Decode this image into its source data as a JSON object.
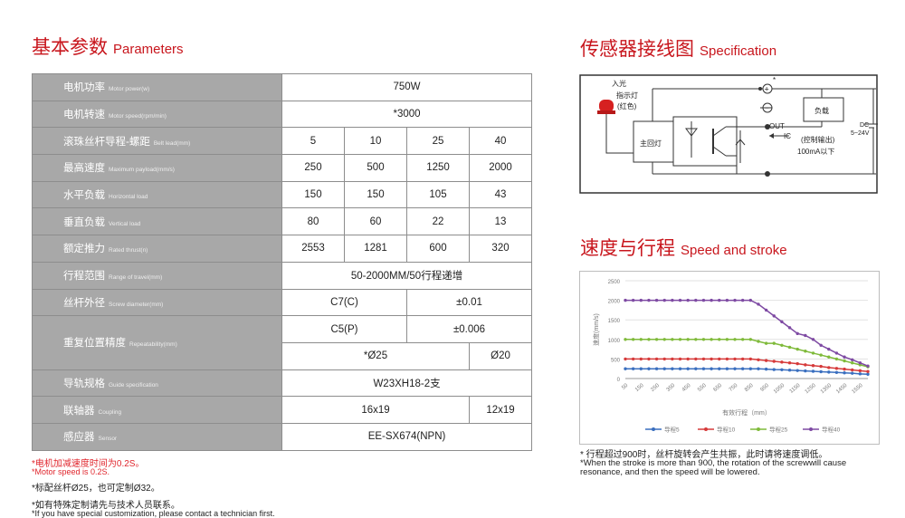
{
  "params_section": {
    "title_cn": "基本参数",
    "title_en": "Parameters"
  },
  "table": {
    "rows": [
      {
        "name": "power",
        "label_cn": "电机功率",
        "label_en": "Motor power(w)",
        "cells": [
          {
            "text": "750W",
            "span": 4
          }
        ]
      },
      {
        "name": "speed",
        "label_cn": "电机转速",
        "label_en": "Motor speed(rpm/min)",
        "cells": [
          {
            "text": "*3000",
            "span": 4
          }
        ]
      },
      {
        "name": "lead",
        "label_cn": "滚珠丝杆导程-螺距",
        "label_en": "Belt lead(mm)",
        "cells": [
          {
            "text": "5",
            "span": 1
          },
          {
            "text": "10",
            "span": 1
          },
          {
            "text": "25",
            "span": 1
          },
          {
            "text": "40",
            "span": 1
          }
        ]
      },
      {
        "name": "max-speed",
        "label_cn": "最高速度",
        "label_en": "Maximum payload(mm/s)",
        "cells": [
          {
            "text": "250",
            "span": 1
          },
          {
            "text": "500",
            "span": 1
          },
          {
            "text": "1250",
            "span": 1
          },
          {
            "text": "2000",
            "span": 1
          }
        ]
      },
      {
        "name": "horizontal-load",
        "label_cn": "水平负载",
        "label_en": "Horizontal load",
        "cells": [
          {
            "text": "150",
            "span": 1
          },
          {
            "text": "150",
            "span": 1
          },
          {
            "text": "105",
            "span": 1
          },
          {
            "text": "43",
            "span": 1
          }
        ]
      },
      {
        "name": "vertical-load",
        "label_cn": "垂直负载",
        "label_en": "Vertical load",
        "cells": [
          {
            "text": "80",
            "span": 1
          },
          {
            "text": "60",
            "span": 1
          },
          {
            "text": "22",
            "span": 1
          },
          {
            "text": "13",
            "span": 1
          }
        ]
      },
      {
        "name": "rated-thrust",
        "label_cn": "额定推力",
        "label_en": "Rated thrust(n)",
        "cells": [
          {
            "text": "2553",
            "span": 1
          },
          {
            "text": "1281",
            "span": 1
          },
          {
            "text": "600",
            "span": 1
          },
          {
            "text": "320",
            "span": 1
          }
        ]
      },
      {
        "name": "travel",
        "label_cn": "行程范围",
        "label_en": "Range of travel(mm)",
        "cells": [
          {
            "text": "50-2000MM/50行程递增",
            "span": 4
          }
        ]
      },
      {
        "name": "screw-diameter",
        "label_cn": "丝杆外径",
        "label_en": "Screw diameter(mm)",
        "cells": [
          {
            "text": "C7(C)",
            "span": 2
          },
          {
            "text": "±0.01",
            "span": 2
          }
        ]
      },
      {
        "name": "repeatability-a",
        "label_cn": "重复位置精度",
        "label_en": "Repeatability(mm)",
        "rowspan": 2,
        "cells": [
          {
            "text": "C5(P)",
            "span": 2
          },
          {
            "text": "±0.006",
            "span": 2
          }
        ]
      },
      {
        "name": "repeatability-b",
        "cells": [
          {
            "text": "*Ø25",
            "span": 3
          },
          {
            "text": "Ø20",
            "span": 1
          }
        ]
      },
      {
        "name": "guide",
        "label_cn": "导轨规格",
        "label_en": "Guide specification",
        "cells": [
          {
            "text": "W23XH18-2支",
            "span": 4
          }
        ]
      },
      {
        "name": "coupling",
        "label_cn": "联轴器",
        "label_en": "Coupling",
        "cells": [
          {
            "text": "16x19",
            "span": 3
          },
          {
            "text": "12x19",
            "span": 1
          }
        ]
      },
      {
        "name": "sensor",
        "label_cn": "感应器",
        "label_en": "Sensor",
        "cells": [
          {
            "text": "EE-SX674(NPN)",
            "span": 4
          }
        ]
      }
    ]
  },
  "notes": {
    "accel_cn": "*电机加减速度时间为0.2S。",
    "accel_en": "*Motor speed is 0.2S.",
    "screw": "*标配丝杆Ø25，也可定制Ø32。",
    "custom_cn": "*如有特殊定制请先与技术人员联系。",
    "custom_en": "*If you have special customization, please contact a technician first."
  },
  "spec_section": {
    "title_cn": "传感器接线图",
    "title_en": "Specification"
  },
  "wiring": {
    "light_label_1": "入光",
    "light_label_2": "指示灯",
    "light_label_3": "(红色)",
    "main_circuit": "主回灯",
    "out": "OUT",
    "ic": "IC",
    "load": "负载",
    "control_1": "(控制输出)",
    "control_2": "100mA以下",
    "dc_1": "DC",
    "dc_2": "5~24V",
    "plus": "+",
    "minus": "−",
    "star": "*"
  },
  "speed_section": {
    "title_cn": "速度与行程",
    "title_en": "Speed and stroke"
  },
  "chart_data": {
    "type": "line",
    "xlabel": "有效行程（mm）",
    "ylabel": "速度(mm/s)",
    "ylim": [
      0,
      2500
    ],
    "yticks": [
      0,
      500,
      1000,
      1500,
      2000,
      2500
    ],
    "categories": [
      "50",
      "150",
      "250",
      "350",
      "450",
      "550",
      "650",
      "750",
      "850",
      "950",
      "1050",
      "1150",
      "1250",
      "1350",
      "1450",
      "1550"
    ],
    "x_positions": [
      50,
      100,
      150,
      200,
      250,
      300,
      350,
      400,
      450,
      500,
      550,
      600,
      650,
      700,
      750,
      800,
      850,
      900,
      950,
      1000,
      1050,
      1100,
      1150,
      1200,
      1250,
      1300,
      1350,
      1400,
      1450,
      1500,
      1550,
      1600
    ],
    "series": [
      {
        "name": "导程5",
        "color": "#3a6fbf",
        "values": [
          250,
          250,
          250,
          250,
          250,
          250,
          250,
          250,
          250,
          250,
          250,
          250,
          250,
          250,
          250,
          250,
          250,
          250,
          240,
          230,
          225,
          215,
          205,
          195,
          185,
          175,
          165,
          155,
          145,
          135,
          120,
          110
        ]
      },
      {
        "name": "导程10",
        "color": "#d63a3a",
        "values": [
          500,
          500,
          500,
          500,
          500,
          500,
          500,
          500,
          500,
          500,
          500,
          500,
          500,
          500,
          500,
          500,
          500,
          480,
          460,
          440,
          420,
          400,
          380,
          350,
          330,
          310,
          280,
          260,
          240,
          220,
          200,
          180
        ]
      },
      {
        "name": "导程25",
        "color": "#7fba3a",
        "values": [
          1000,
          1000,
          1000,
          1000,
          1000,
          1000,
          1000,
          1000,
          1000,
          1000,
          1000,
          1000,
          1000,
          1000,
          1000,
          1000,
          1000,
          950,
          900,
          900,
          850,
          800,
          750,
          700,
          650,
          600,
          550,
          500,
          450,
          400,
          350,
          300
        ]
      },
      {
        "name": "导程40",
        "color": "#7e4aa3",
        "values": [
          2000,
          2000,
          2000,
          2000,
          2000,
          2000,
          2000,
          2000,
          2000,
          2000,
          2000,
          2000,
          2000,
          2000,
          2000,
          2000,
          2000,
          1900,
          1750,
          1600,
          1450,
          1300,
          1150,
          1100,
          1000,
          850,
          750,
          650,
          550,
          480,
          400,
          320
        ]
      }
    ],
    "legend": "bottom"
  },
  "chart_notes": {
    "line1": "* 行程超过900时，丝杆旋转会产生共振，此时请将速度调低。",
    "line2": "*When the stroke is more than 900, the rotation of the screwwill cause",
    "line3": "resonance, and then the speed will be lowered."
  }
}
